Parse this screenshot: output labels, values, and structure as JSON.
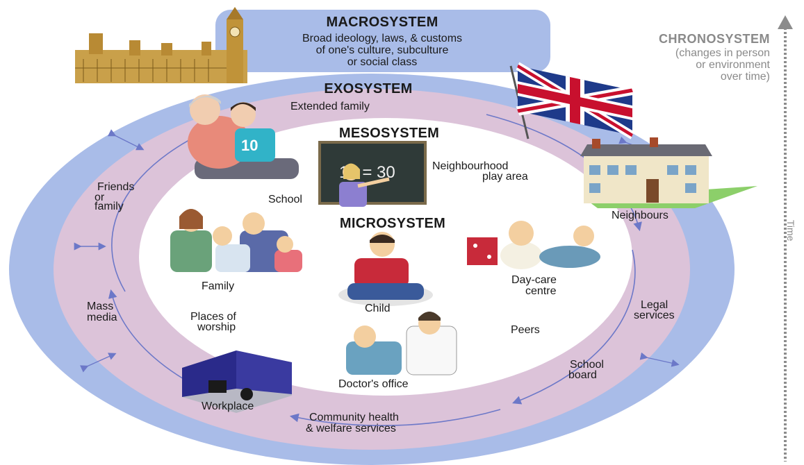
{
  "diagram": {
    "macrosystem": {
      "title": "MACROSYSTEM",
      "desc_line1": "Broad ideology, laws, & customs",
      "desc_line2": "of one's culture, subculture",
      "desc_line3": "or social class"
    },
    "chronosystem": {
      "title": "CHRONOSYSTEM",
      "desc_line1": "(changes in person",
      "desc_line2": "or environment",
      "desc_line3": "over time)",
      "axis_label": "Time"
    },
    "exosystem": {
      "title": "EXOSYSTEM",
      "items": {
        "extended_family": "Extended family",
        "friends_line1": "Friends",
        "friends_line2": "or",
        "friends_line3": "family",
        "mass_media_line1": "Mass",
        "mass_media_line2": "media",
        "workplace": "Workplace",
        "community_line1": "Community health",
        "community_line2": "& welfare services",
        "school_board_line1": "School",
        "school_board_line2": "board",
        "legal_line1": "Legal",
        "legal_line2": "services",
        "neighbours": "Neighbours"
      }
    },
    "mesosystem": {
      "title": "MESOSYSTEM",
      "items": {
        "school": "School",
        "play_area_line1": "Neighbourhood",
        "play_area_line2": "play area"
      }
    },
    "microsystem": {
      "title": "MICROSYSTEM",
      "items": {
        "family": "Family",
        "child": "Child",
        "daycare_line1": "Day-care",
        "daycare_line2": "centre",
        "worship_line1": "Places of",
        "worship_line2": "worship",
        "peers": "Peers",
        "doctor": "Doctor's office"
      }
    },
    "chalkboard_text": "10 = 30",
    "shirt_number": "10",
    "colors": {
      "outer_ring": "#a9bce8",
      "exo_ring": "#dcc3d9",
      "inner": "#ffffff",
      "arrow": "#6c78c8",
      "chrono_axis": "#8c8c8c"
    }
  }
}
